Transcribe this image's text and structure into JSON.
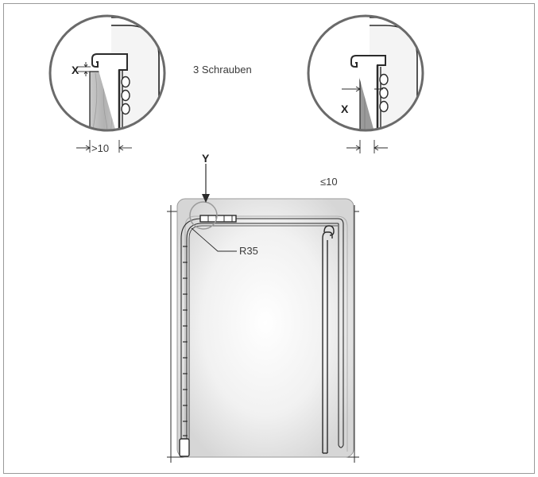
{
  "labels": {
    "screws": "3 Schrauben",
    "x_left": "X",
    "x_right": "X",
    "y": "Y",
    "gap_left": ">10",
    "gap_right": "≤10",
    "radius": "R35"
  },
  "colors": {
    "frame": "#9a9a9a",
    "line": "#2b2b2b",
    "fill_gray": "#e3e3e3",
    "fill_dark": "#bdbdbd",
    "text": "#3a3a3a"
  }
}
